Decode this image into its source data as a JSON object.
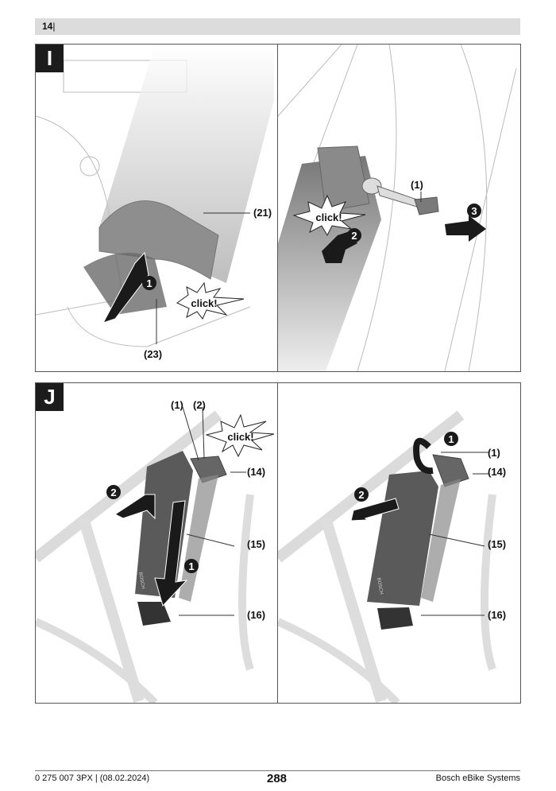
{
  "header": {
    "page_number": "14",
    "separator": "|"
  },
  "figures": [
    {
      "label": "I",
      "panels": [
        {
          "callouts": [
            "(21)",
            "(23)"
          ],
          "steps": [
            "1"
          ],
          "sound": "click!"
        },
        {
          "callouts": [
            "(1)"
          ],
          "steps": [
            "2",
            "3"
          ],
          "sound": "click!"
        }
      ]
    },
    {
      "label": "J",
      "panels": [
        {
          "callouts": [
            "(1)",
            "(2)",
            "(14)",
            "(15)",
            "(16)"
          ],
          "steps": [
            "1",
            "2"
          ],
          "sound": "click!",
          "brand": "BOSCH"
        },
        {
          "callouts": [
            "(1)",
            "(14)",
            "(15)",
            "(16)"
          ],
          "steps": [
            "1",
            "2"
          ],
          "brand": "BOSCH"
        }
      ]
    }
  ],
  "footer": {
    "doc_code": "0 275 007 3PX | (08.02.2024)",
    "page_number": "288",
    "company": "Bosch eBike Systems"
  },
  "colors": {
    "header_bg": "#dcdcdc",
    "label_bg": "#1c1c1c",
    "frame": "#555555"
  }
}
